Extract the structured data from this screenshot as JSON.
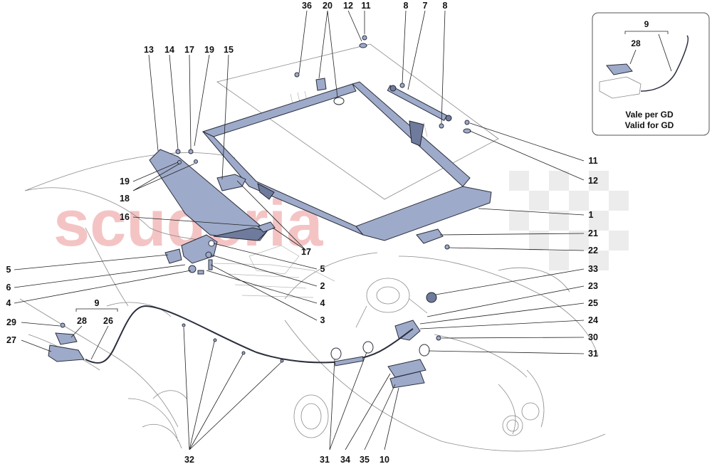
{
  "watermark": {
    "text": "scuderia",
    "color": "#f4c4c4"
  },
  "inset": {
    "group_label": "9",
    "part_label": "28",
    "caption_line1": "Vale per GD",
    "caption_line2": "Valid for GD"
  },
  "callouts": {
    "n36": "36",
    "n20": "20",
    "n12a": "12",
    "n11a": "11",
    "n8a": "8",
    "n7": "7",
    "n8b": "8",
    "n13": "13",
    "n14": "14",
    "n17a": "17",
    "n19a": "19",
    "n15": "15",
    "n11b": "11",
    "n12b": "12",
    "n19b": "19",
    "n18": "18",
    "n16": "16",
    "n17b": "17",
    "n1": "1",
    "n21": "21",
    "n22": "22",
    "n5a": "5",
    "n6": "6",
    "n4a": "4",
    "n5b": "5",
    "n2": "2",
    "n4b": "4",
    "n3": "3",
    "n33": "33",
    "n23": "23",
    "n25": "25",
    "n24": "24",
    "n30": "30",
    "n31a": "31",
    "n9": "9",
    "n28": "28",
    "n26": "26",
    "n29": "29",
    "n27": "27",
    "n32": "32",
    "n31b": "31",
    "n34": "34",
    "n35": "35",
    "n10": "10"
  },
  "colors": {
    "part_fill": "#9eaac9",
    "part_dark": "#6f7b9c",
    "outline": "#2b2f3d",
    "sketch": "#8a8a8a"
  }
}
